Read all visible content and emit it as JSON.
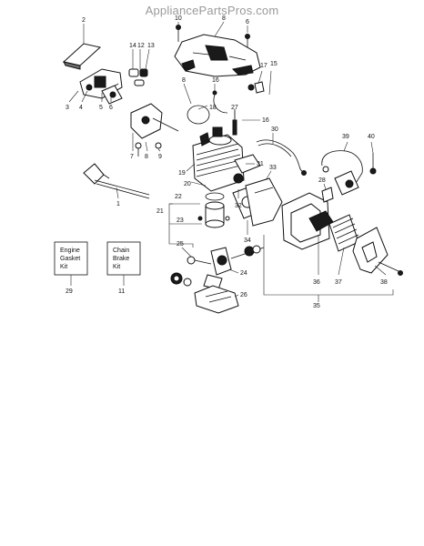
{
  "watermark": "AppliancePartsPros.com",
  "callouts": {
    "c1": "1",
    "c2": "2",
    "c3": "3",
    "c4": "4",
    "c5": "5",
    "c6": "6",
    "c7": "7",
    "c8a": "8",
    "c8b": "8",
    "c8c": "8",
    "c9": "9",
    "c10": "10",
    "c11": "11",
    "c12": "12",
    "c13": "13",
    "c14": "14",
    "c15": "15",
    "c16a": "16",
    "c16b": "16",
    "c17": "17",
    "c18": "18",
    "c19": "19",
    "c20": "20",
    "c21": "21",
    "c22": "22",
    "c23": "23",
    "c24": "24",
    "c25": "25",
    "c26": "26",
    "c27": "27",
    "c28": "28",
    "c29": "29",
    "c30": "30",
    "c31": "31",
    "c32": "32",
    "c33": "33",
    "c34": "34",
    "c35": "35",
    "c36": "36",
    "c37": "37",
    "c38": "38",
    "c39": "39",
    "c40": "40"
  },
  "boxes": {
    "engine_gasket_kit": [
      "Engine",
      "Gasket",
      "Kit"
    ],
    "chain_brake_kit": [
      "Chain",
      "Brake",
      "Kit"
    ]
  }
}
